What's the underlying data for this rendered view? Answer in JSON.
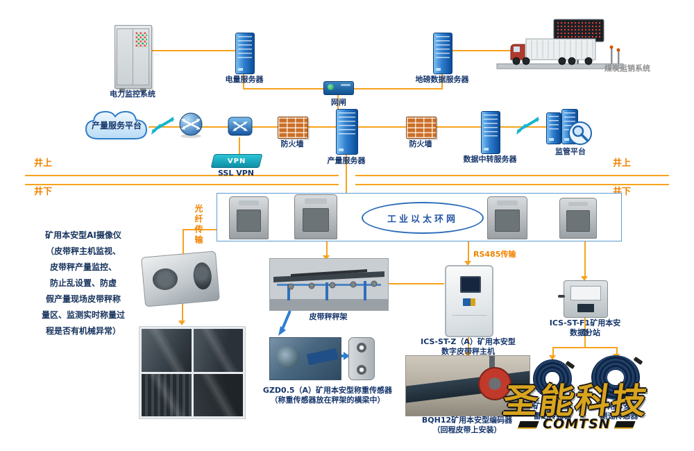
{
  "diagram": {
    "top": {
      "power_monitor_label": "电力监控系统",
      "power_server_label": "电量服务器",
      "gateway_label": "网闸",
      "weighbridge_server_label": "地磅数据服务器",
      "coal_sales_label": "煤炭运销系统"
    },
    "platform_row": {
      "cloud_label": "产量服务平台",
      "firewall_left_label": "防火墙",
      "production_server_label": "产量服务器",
      "firewall_right_label": "防火墙",
      "relay_server_label": "数据中转服务器",
      "supervision_label": "监管平台",
      "vpn_device_label": "VPN",
      "ssl_vpn_label": "SSL VPN"
    },
    "boundary": {
      "surface_left": "井上",
      "surface_right": "井上",
      "underground_left": "井下",
      "underground_right": "井下"
    },
    "ring": {
      "title": "工业以太环网"
    },
    "links": {
      "fiber": "光纤传输",
      "rs485": "RS485传输"
    },
    "camera_note": {
      "title": "矿用本安型AI摄像仪",
      "lines": [
        "（皮带秤主机监视、",
        "皮带秤产量监控、",
        "防止乱设置、防虚",
        "假产量现场皮带秤称",
        "量区、监测实时称量过",
        "程是否有机械异常）"
      ]
    },
    "equipment": {
      "belt_frame_label": "皮带秤秤架",
      "host_label_1": "ICS-ST-Z（A）矿用本安型",
      "host_label_2": "数字皮带秤主机",
      "substation_label_1": "ICS-ST-F1矿用本安型",
      "substation_label_2": "数据分站",
      "loadcell_label_1": "GZD0.5（A）矿用本安型称重传感器",
      "loadcell_label_2": "（称重传感器放在秤架的横梁中）",
      "encoder_label_1": "BQH12矿用本安型编码器",
      "encoder_label_2": "（回程皮带上安装）",
      "sensor_left_label_1": "矿用本安型",
      "sensor_left_label_2": "雷达传感器",
      "sensor_right_label_1": "矿用本安型",
      "sensor_right_label_2": "测速传感器"
    },
    "watermark": {
      "cn": "圣能科技",
      "en": "COMTSN"
    },
    "colors": {
      "accent_orange": "#F08300",
      "link_orange": "#F7A21C",
      "device_blue": "#1C5FA8",
      "teal": "#17B5CF",
      "gold": "#D7A41F"
    }
  }
}
